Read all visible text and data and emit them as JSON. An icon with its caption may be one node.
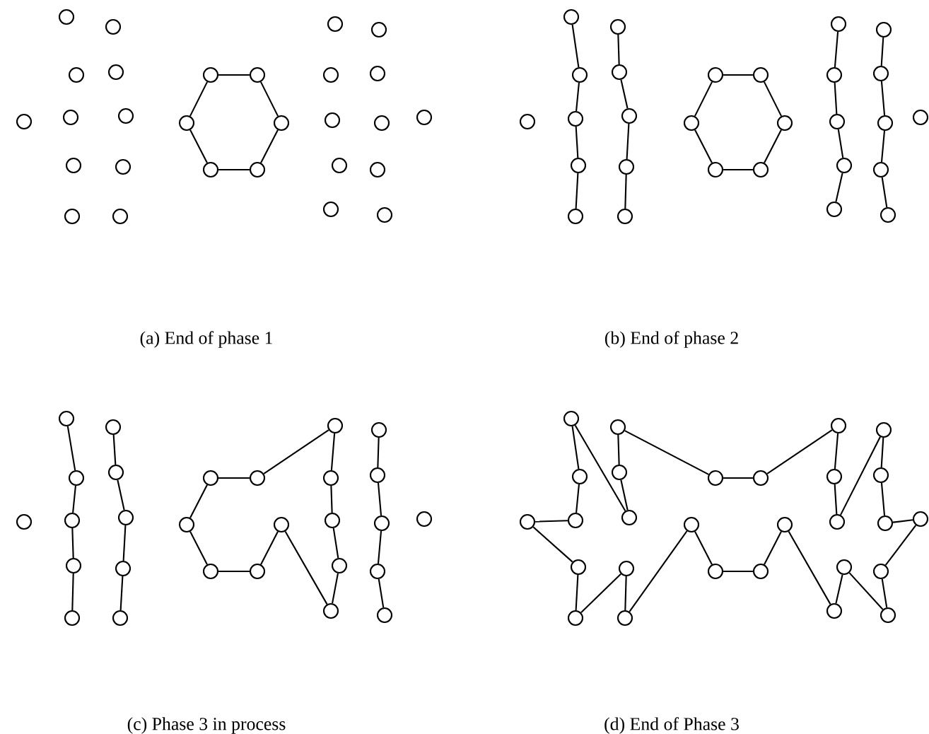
{
  "diagram": {
    "nodes": [
      {
        "text": [],
        "shape": "circle"
      },
      {
        "text": [],
        "shape": "circle"
      },
      {
        "text": [],
        "shape": "circle"
      },
      {
        "text": [],
        "shape": "circle"
      },
      {
        "text": [],
        "shape": "circle"
      },
      {
        "text": [],
        "shape": "circle"
      },
      {
        "text": [],
        "shape": "circle"
      },
      {
        "text": [],
        "shape": "circle"
      },
      {
        "text": [],
        "shape": "circle"
      },
      {
        "text": [],
        "shape": "circle"
      },
      {
        "text": [],
        "shape": "circle"
      },
      {
        "text": [],
        "shape": "circle"
      },
      {
        "text": [],
        "shape": "circle"
      },
      {
        "text": [],
        "shape": "circle"
      },
      {
        "text": [],
        "shape": "circle"
      },
      {
        "text": [],
        "shape": "circle"
      },
      {
        "text": [],
        "shape": "circle"
      },
      {
        "text": [],
        "shape": "circle"
      },
      {
        "text": [],
        "shape": "circle"
      },
      {
        "text": [],
        "shape": "circle"
      },
      {
        "text": [],
        "shape": "circle"
      },
      {
        "text": [],
        "shape": "circle"
      },
      {
        "text": [],
        "shape": "circle"
      },
      {
        "text": [],
        "shape": "circle"
      },
      {
        "text": [],
        "shape": "circle"
      },
      {
        "text": [],
        "shape": "circle"
      },
      {
        "text": [],
        "shape": "circle"
      },
      {
        "text": [],
        "shape": "circle"
      },
      {
        "text": [],
        "shape": "circle"
      },
      {
        "text": [],
        "shape": "circle"
      },
      {
        "text": [],
        "shape": "circle"
      },
      {
        "text": [],
        "shape": "circle"
      },
      {
        "text": [],
        "shape": "circle"
      },
      {
        "text": [],
        "shape": "circle"
      },
      {
        "text": [],
        "shape": "circle"
      },
      {
        "text": [],
        "shape": "circle"
      },
      {
        "text": [],
        "shape": "circle"
      },
      {
        "text": [],
        "shape": "circle"
      },
      {
        "text": [],
        "shape": "circle"
      },
      {
        "text": [],
        "shape": "circle"
      },
      {
        "text": [],
        "shape": "circle"
      },
      {
        "text": [],
        "shape": "circle"
      },
      {
        "text": [],
        "shape": "circle"
      },
      {
        "text": [],
        "shape": "circle"
      },
      {
        "text": [],
        "shape": "circle"
      },
      {
        "text": [],
        "shape": "circle"
      },
      {
        "text": [],
        "shape": "circle"
      },
      {
        "text": [],
        "shape": "circle"
      },
      {
        "text": [],
        "shape": "circle"
      },
      {
        "text": [],
        "shape": "circle"
      },
      {
        "text": [],
        "shape": "circle"
      },
      {
        "text": [],
        "shape": "circle"
      },
      {
        "text": [],
        "shape": "circle"
      },
      {
        "text": [],
        "shape": "circle"
      },
      {
        "text": [],
        "shape": "circle"
      },
      {
        "text": [],
        "shape": "circle"
      },
      {
        "text": [],
        "shape": "circle"
      },
      {
        "text": [],
        "shape": "circle"
      },
      {
        "text": [],
        "shape": "circle"
      },
      {
        "text": [],
        "shape": "circle"
      },
      {
        "text": [],
        "shape": "circle"
      },
      {
        "text": [],
        "shape": "circle"
      },
      {
        "text": [],
        "shape": "circle"
      },
      {
        "text": [],
        "shape": "circle"
      },
      {
        "text": [],
        "shape": "circle"
      },
      {
        "text": [],
        "shape": "circle"
      },
      {
        "text": [],
        "shape": "circle"
      },
      {
        "text": [],
        "shape": "circle"
      },
      {
        "text": [],
        "shape": "circle"
      },
      {
        "text": [],
        "shape": "circle"
      },
      {
        "text": [],
        "shape": "circle"
      },
      {
        "text": [],
        "shape": "circle"
      },
      {
        "text": [],
        "shape": "circle"
      },
      {
        "text": [],
        "shape": "circle"
      },
      {
        "text": [],
        "shape": "circle"
      },
      {
        "text": [],
        "shape": "circle"
      },
      {
        "text": [],
        "shape": "circle"
      },
      {
        "text": [],
        "shape": "circle"
      },
      {
        "text": [],
        "shape": "circle"
      },
      {
        "text": [],
        "shape": "circle"
      },
      {
        "text": [],
        "shape": "circle"
      },
      {
        "text": [],
        "shape": "circle"
      },
      {
        "text": [],
        "shape": "circle"
      },
      {
        "text": [],
        "shape": "circle"
      },
      {
        "text": [],
        "shape": "circle"
      },
      {
        "text": [],
        "shape": "circle"
      },
      {
        "text": [],
        "shape": "circle"
      },
      {
        "text": [],
        "shape": "circle"
      },
      {
        "text": [],
        "shape": "circle"
      },
      {
        "text": [],
        "shape": "circle"
      },
      {
        "text": [],
        "shape": "circle"
      },
      {
        "text": [],
        "shape": "circle"
      },
      {
        "text": [],
        "shape": "circle"
      },
      {
        "text": [],
        "shape": "circle"
      },
      {
        "text": [],
        "shape": "circle"
      },
      {
        "text": [],
        "shape": "circle"
      },
      {
        "text": [],
        "shape": "circle"
      },
      {
        "text": [],
        "shape": "circle"
      },
      {
        "text": [],
        "shape": "circle"
      },
      {
        "text": [],
        "shape": "circle"
      },
      {
        "text": [],
        "shape": "circle"
      },
      {
        "text": [],
        "shape": "circle"
      },
      {
        "text": [],
        "shape": "circle"
      },
      {
        "text": [],
        "shape": "circle"
      },
      {
        "text": [],
        "shape": "circle"
      },
      {
        "text": [],
        "shape": "circle"
      },
      {
        "text": [],
        "shape": "circle"
      },
      {
        "text": [],
        "shape": "circle"
      },
      {
        "text": [],
        "shape": "circle"
      },
      {
        "text": [],
        "shape": "circle"
      },
      {
        "text": [],
        "shape": "circle"
      },
      {
        "text": [],
        "shape": "circle"
      }
    ],
    "edges": [
      {
        "from": 11,
        "to": 12,
        "arrow": "none"
      },
      {
        "from": 12,
        "to": 13,
        "arrow": "none"
      },
      {
        "from": 13,
        "to": 14,
        "arrow": "none"
      },
      {
        "from": 14,
        "to": 15,
        "arrow": "none"
      },
      {
        "from": 15,
        "to": 16,
        "arrow": "none"
      },
      {
        "from": 16,
        "to": 11,
        "arrow": "none"
      },
      {
        "from": 29,
        "to": 30,
        "arrow": "none"
      },
      {
        "from": 30,
        "to": 31,
        "arrow": "none"
      },
      {
        "from": 31,
        "to": 32,
        "arrow": "none"
      },
      {
        "from": 32,
        "to": 33,
        "arrow": "none"
      },
      {
        "from": 34,
        "to": 35,
        "arrow": "none"
      },
      {
        "from": 35,
        "to": 36,
        "arrow": "none"
      },
      {
        "from": 36,
        "to": 37,
        "arrow": "none"
      },
      {
        "from": 37,
        "to": 38,
        "arrow": "none"
      },
      {
        "from": 39,
        "to": 40,
        "arrow": "none"
      },
      {
        "from": 40,
        "to": 41,
        "arrow": "none"
      },
      {
        "from": 41,
        "to": 42,
        "arrow": "none"
      },
      {
        "from": 42,
        "to": 43,
        "arrow": "none"
      },
      {
        "from": 43,
        "to": 44,
        "arrow": "none"
      },
      {
        "from": 44,
        "to": 39,
        "arrow": "none"
      },
      {
        "from": 45,
        "to": 46,
        "arrow": "none"
      },
      {
        "from": 46,
        "to": 47,
        "arrow": "none"
      },
      {
        "from": 47,
        "to": 48,
        "arrow": "none"
      },
      {
        "from": 48,
        "to": 49,
        "arrow": "none"
      },
      {
        "from": 50,
        "to": 51,
        "arrow": "none"
      },
      {
        "from": 51,
        "to": 52,
        "arrow": "none"
      },
      {
        "from": 52,
        "to": 53,
        "arrow": "none"
      },
      {
        "from": 53,
        "to": 54,
        "arrow": "none"
      },
      {
        "from": 57,
        "to": 58,
        "arrow": "none"
      },
      {
        "from": 58,
        "to": 59,
        "arrow": "none"
      },
      {
        "from": 59,
        "to": 60,
        "arrow": "none"
      },
      {
        "from": 60,
        "to": 61,
        "arrow": "none"
      },
      {
        "from": 62,
        "to": 63,
        "arrow": "none"
      },
      {
        "from": 63,
        "to": 64,
        "arrow": "none"
      },
      {
        "from": 64,
        "to": 65,
        "arrow": "none"
      },
      {
        "from": 65,
        "to": 66,
        "arrow": "none"
      },
      {
        "from": 67,
        "to": 68,
        "arrow": "none"
      },
      {
        "from": 68,
        "to": 73,
        "arrow": "none"
      },
      {
        "from": 67,
        "to": 69,
        "arrow": "none"
      },
      {
        "from": 69,
        "to": 70,
        "arrow": "none"
      },
      {
        "from": 70,
        "to": 71,
        "arrow": "none"
      },
      {
        "from": 71,
        "to": 72,
        "arrow": "none"
      },
      {
        "from": 72,
        "to": 77,
        "arrow": "none"
      },
      {
        "from": 73,
        "to": 74,
        "arrow": "none"
      },
      {
        "from": 74,
        "to": 75,
        "arrow": "none"
      },
      {
        "from": 75,
        "to": 76,
        "arrow": "none"
      },
      {
        "from": 76,
        "to": 77,
        "arrow": "none"
      },
      {
        "from": 78,
        "to": 79,
        "arrow": "none"
      },
      {
        "from": 79,
        "to": 80,
        "arrow": "none"
      },
      {
        "from": 80,
        "to": 81,
        "arrow": "none"
      },
      {
        "from": 81,
        "to": 82,
        "arrow": "none"
      },
      {
        "from": 84,
        "to": 86,
        "arrow": "none"
      },
      {
        "from": 84,
        "to": 90,
        "arrow": "none"
      },
      {
        "from": 86,
        "to": 89,
        "arrow": "none"
      },
      {
        "from": 89,
        "to": 88,
        "arrow": "none"
      },
      {
        "from": 88,
        "to": 91,
        "arrow": "none"
      },
      {
        "from": 91,
        "to": 93,
        "arrow": "none"
      },
      {
        "from": 93,
        "to": 92,
        "arrow": "none"
      },
      {
        "from": 92,
        "to": 94,
        "arrow": "none"
      },
      {
        "from": 94,
        "to": 97,
        "arrow": "none"
      },
      {
        "from": 97,
        "to": 99,
        "arrow": "none"
      },
      {
        "from": 99,
        "to": 100,
        "arrow": "none"
      },
      {
        "from": 100,
        "to": 98,
        "arrow": "none"
      },
      {
        "from": 98,
        "to": 110,
        "arrow": "none"
      },
      {
        "from": 110,
        "to": 108,
        "arrow": "none"
      },
      {
        "from": 108,
        "to": 111,
        "arrow": "none"
      },
      {
        "from": 111,
        "to": 109,
        "arrow": "none"
      },
      {
        "from": 109,
        "to": 107,
        "arrow": "none"
      },
      {
        "from": 107,
        "to": 106,
        "arrow": "none"
      },
      {
        "from": 106,
        "to": 104,
        "arrow": "none"
      },
      {
        "from": 104,
        "to": 102,
        "arrow": "none"
      },
      {
        "from": 102,
        "to": 105,
        "arrow": "none"
      },
      {
        "from": 105,
        "to": 103,
        "arrow": "none"
      },
      {
        "from": 103,
        "to": 101,
        "arrow": "none"
      },
      {
        "from": 101,
        "to": 96,
        "arrow": "none"
      },
      {
        "from": 96,
        "to": 95,
        "arrow": "none"
      },
      {
        "from": 95,
        "to": 85,
        "arrow": "none"
      },
      {
        "from": 85,
        "to": 87,
        "arrow": "none"
      },
      {
        "from": 87,
        "to": 90,
        "arrow": "none"
      }
    ],
    "labels": [
      "(a) End of phase 1",
      "(b) End of phase 2",
      "(c) Phase 3 in process",
      "(d) End of Phase 3"
    ]
  }
}
